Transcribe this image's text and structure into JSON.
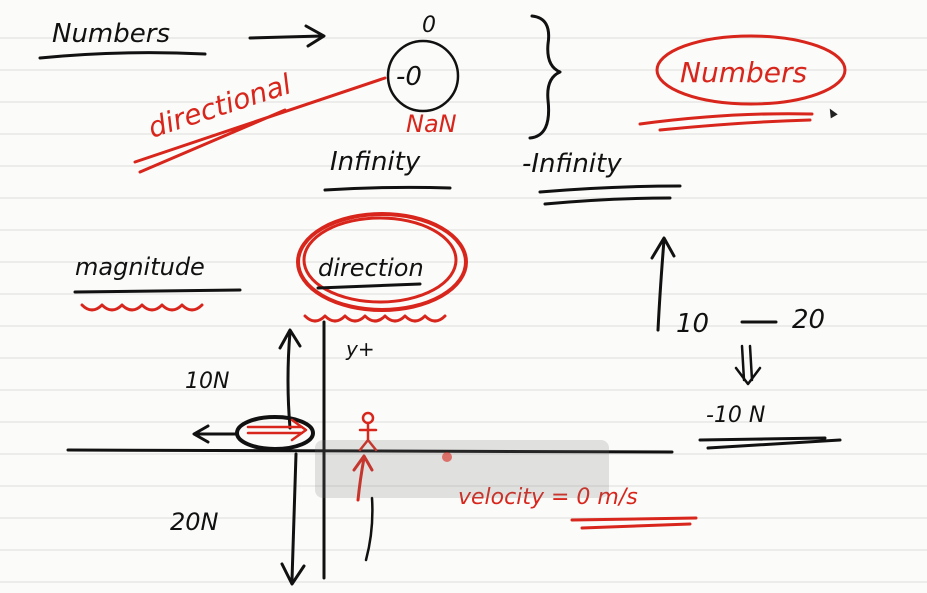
{
  "colors": {
    "paper": "#fbfbf9",
    "rule_line": "#dcdcda",
    "ink_black": "#111111",
    "ink_red": "#d8261c"
  },
  "notes": {
    "numbers_heading": "Numbers",
    "numbers_circled": "Numbers",
    "directional": "directional",
    "zero": "0",
    "neg_zero": "-0",
    "nan": "NaN",
    "infinity": "Infinity",
    "neg_infinity": "-Infinity",
    "magnitude": "magnitude",
    "direction": "direction",
    "ten_n": "10N",
    "twenty_n": "20N",
    "y_plus": "y+",
    "velocity": "velocity = 0 m/s",
    "ten": "10",
    "twenty": "20",
    "neg_ten_n": "-10 N"
  },
  "icons": {
    "cursor": "mouse-pointer-icon",
    "overlay": "video-controls-overlay"
  }
}
